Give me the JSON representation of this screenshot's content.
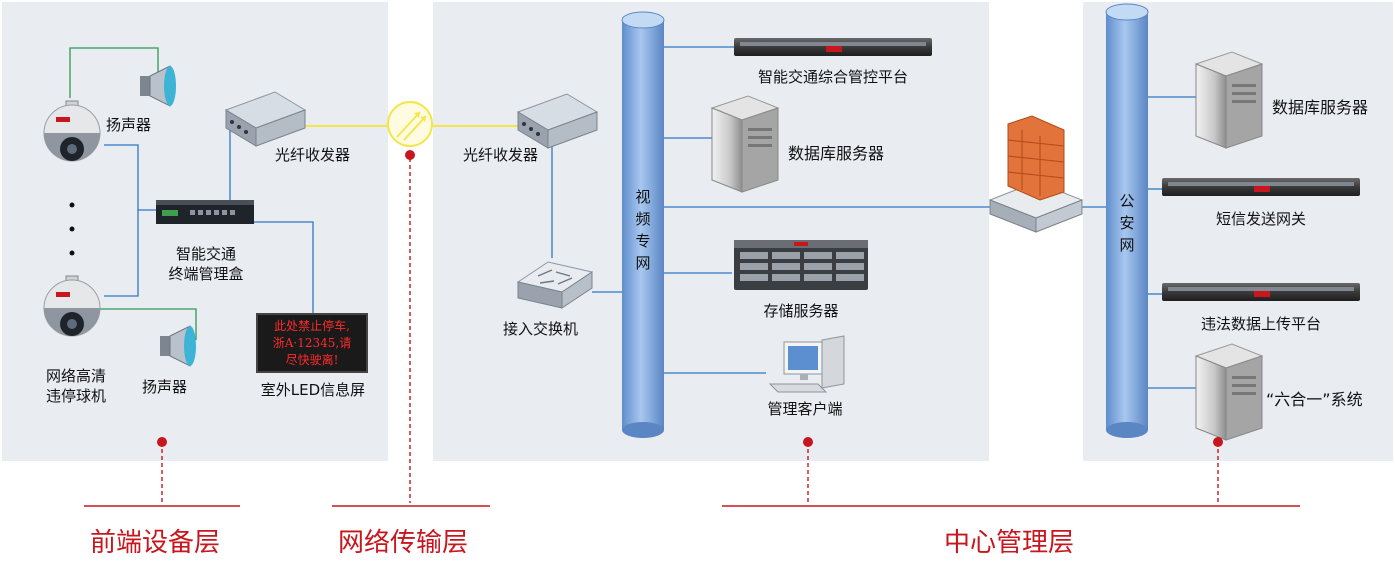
{
  "front": {
    "speaker_top": "扬声器",
    "speaker_bottom": "扬声器",
    "camera_line1": "网络高清",
    "camera_line2": "违停球机",
    "terminal_line1": "智能交通",
    "terminal_line2": "终端管理盒",
    "fiber_transceiver": "光纤收发器",
    "led_text_line1": "此处禁止停车,",
    "led_text_line2": "浙A·12345,请",
    "led_text_line3": "尽快驶离!",
    "led_screen": "室外LED信息屏"
  },
  "network": {
    "fiber_transceiver": "光纤收发器",
    "access_switch": "接入交换机",
    "video_net": [
      "视",
      "频",
      "专",
      "网"
    ]
  },
  "center": {
    "platform": "智能交通综合管控平台",
    "db_server": "数据库服务器",
    "storage_server": "存储服务器",
    "client": "管理客户端"
  },
  "police": {
    "net": [
      "公",
      "安",
      "网"
    ],
    "db_server": "数据库服务器",
    "sms_gateway": "短信发送网关",
    "upload_platform": "违法数据上传平台",
    "six_in_one": "“六合一”系统"
  },
  "layers": {
    "front": "前端设备层",
    "network": "网络传输层",
    "center": "中心管理层"
  },
  "colors": {
    "accent": "#c8161e",
    "wire_blue": "#2f78c4",
    "wire_green": "#2e9a52",
    "fiber_yellow": "#f2e64a"
  }
}
